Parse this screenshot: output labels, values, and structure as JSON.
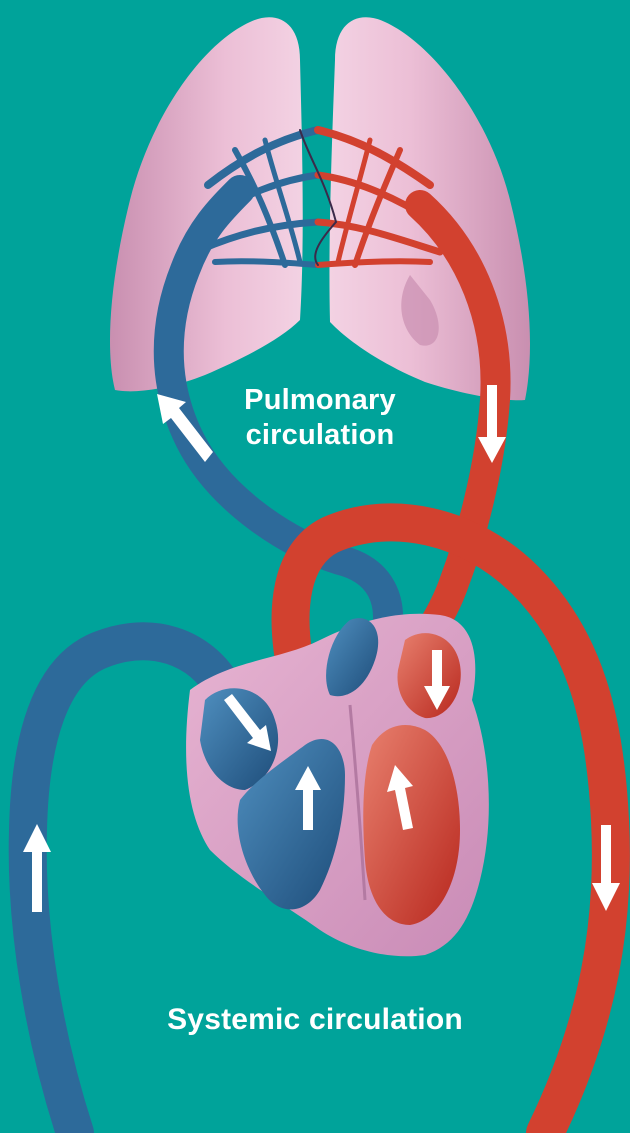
{
  "labels": {
    "pulmonary_line1": "Pulmonary",
    "pulmonary_line2": "circulation",
    "systemic": "Systemic circulation"
  },
  "colors": {
    "background": "#00a39a",
    "deoxygenated": "#2d6a9a",
    "oxygenated": "#d2412f",
    "lung": "#e9b6d0",
    "heart": "#dba1c6",
    "arrow": "#ffffff"
  }
}
